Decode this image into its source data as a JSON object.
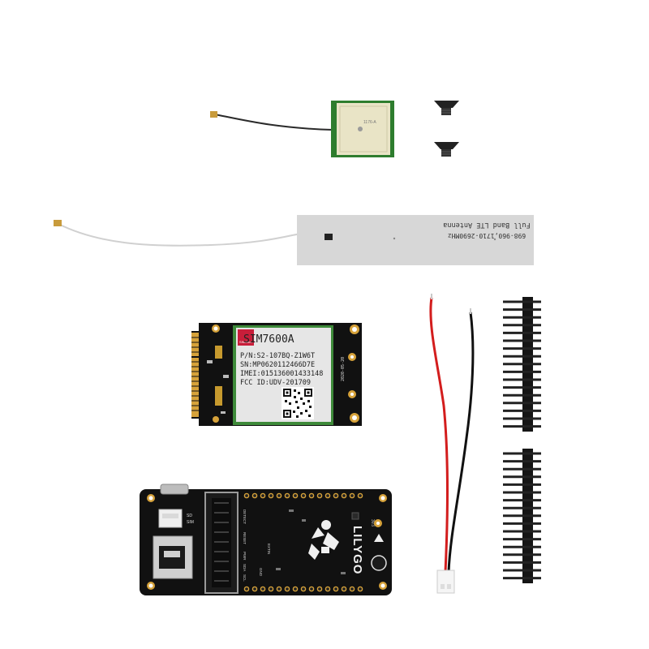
{
  "gps_antenna": {
    "label": "1176-A"
  },
  "lte_antenna": {
    "label_line1": "698-960,1710-2690MHz",
    "label_line2": "Full Band LTE Antenna"
  },
  "sim_module": {
    "brand": "SIMCom",
    "model": "SIM7600A",
    "pn": "P/N:S2-107BQ-Z1W6T",
    "sn": "SN:MP0620112466D7E",
    "imei": "IMEI:015136001433148",
    "fcc": "FCC ID:UDV-201709",
    "pcb_date": "2020-05-20"
  },
  "main_board": {
    "brand": "LILYGO",
    "silk_sd": "SD",
    "silk_sim": "SIM",
    "silk_detect": "DETECT",
    "silk_reset": "RESET",
    "silk_pwr": "PWR",
    "silk_sda": "SDA",
    "silk_scl": "SCL",
    "silk_gnd": "GND",
    "silk_extin": "EXTIN",
    "silk_3v3": "3V3"
  },
  "colors": {
    "pcb_black": "#111111",
    "gold": "#d6a23a",
    "gps_patch": "#e9e4c6",
    "lte_strip": "#d7d7d7",
    "red_wire": "#d31d1d",
    "black_wire": "#111111",
    "cable": "#2a2a2a"
  }
}
